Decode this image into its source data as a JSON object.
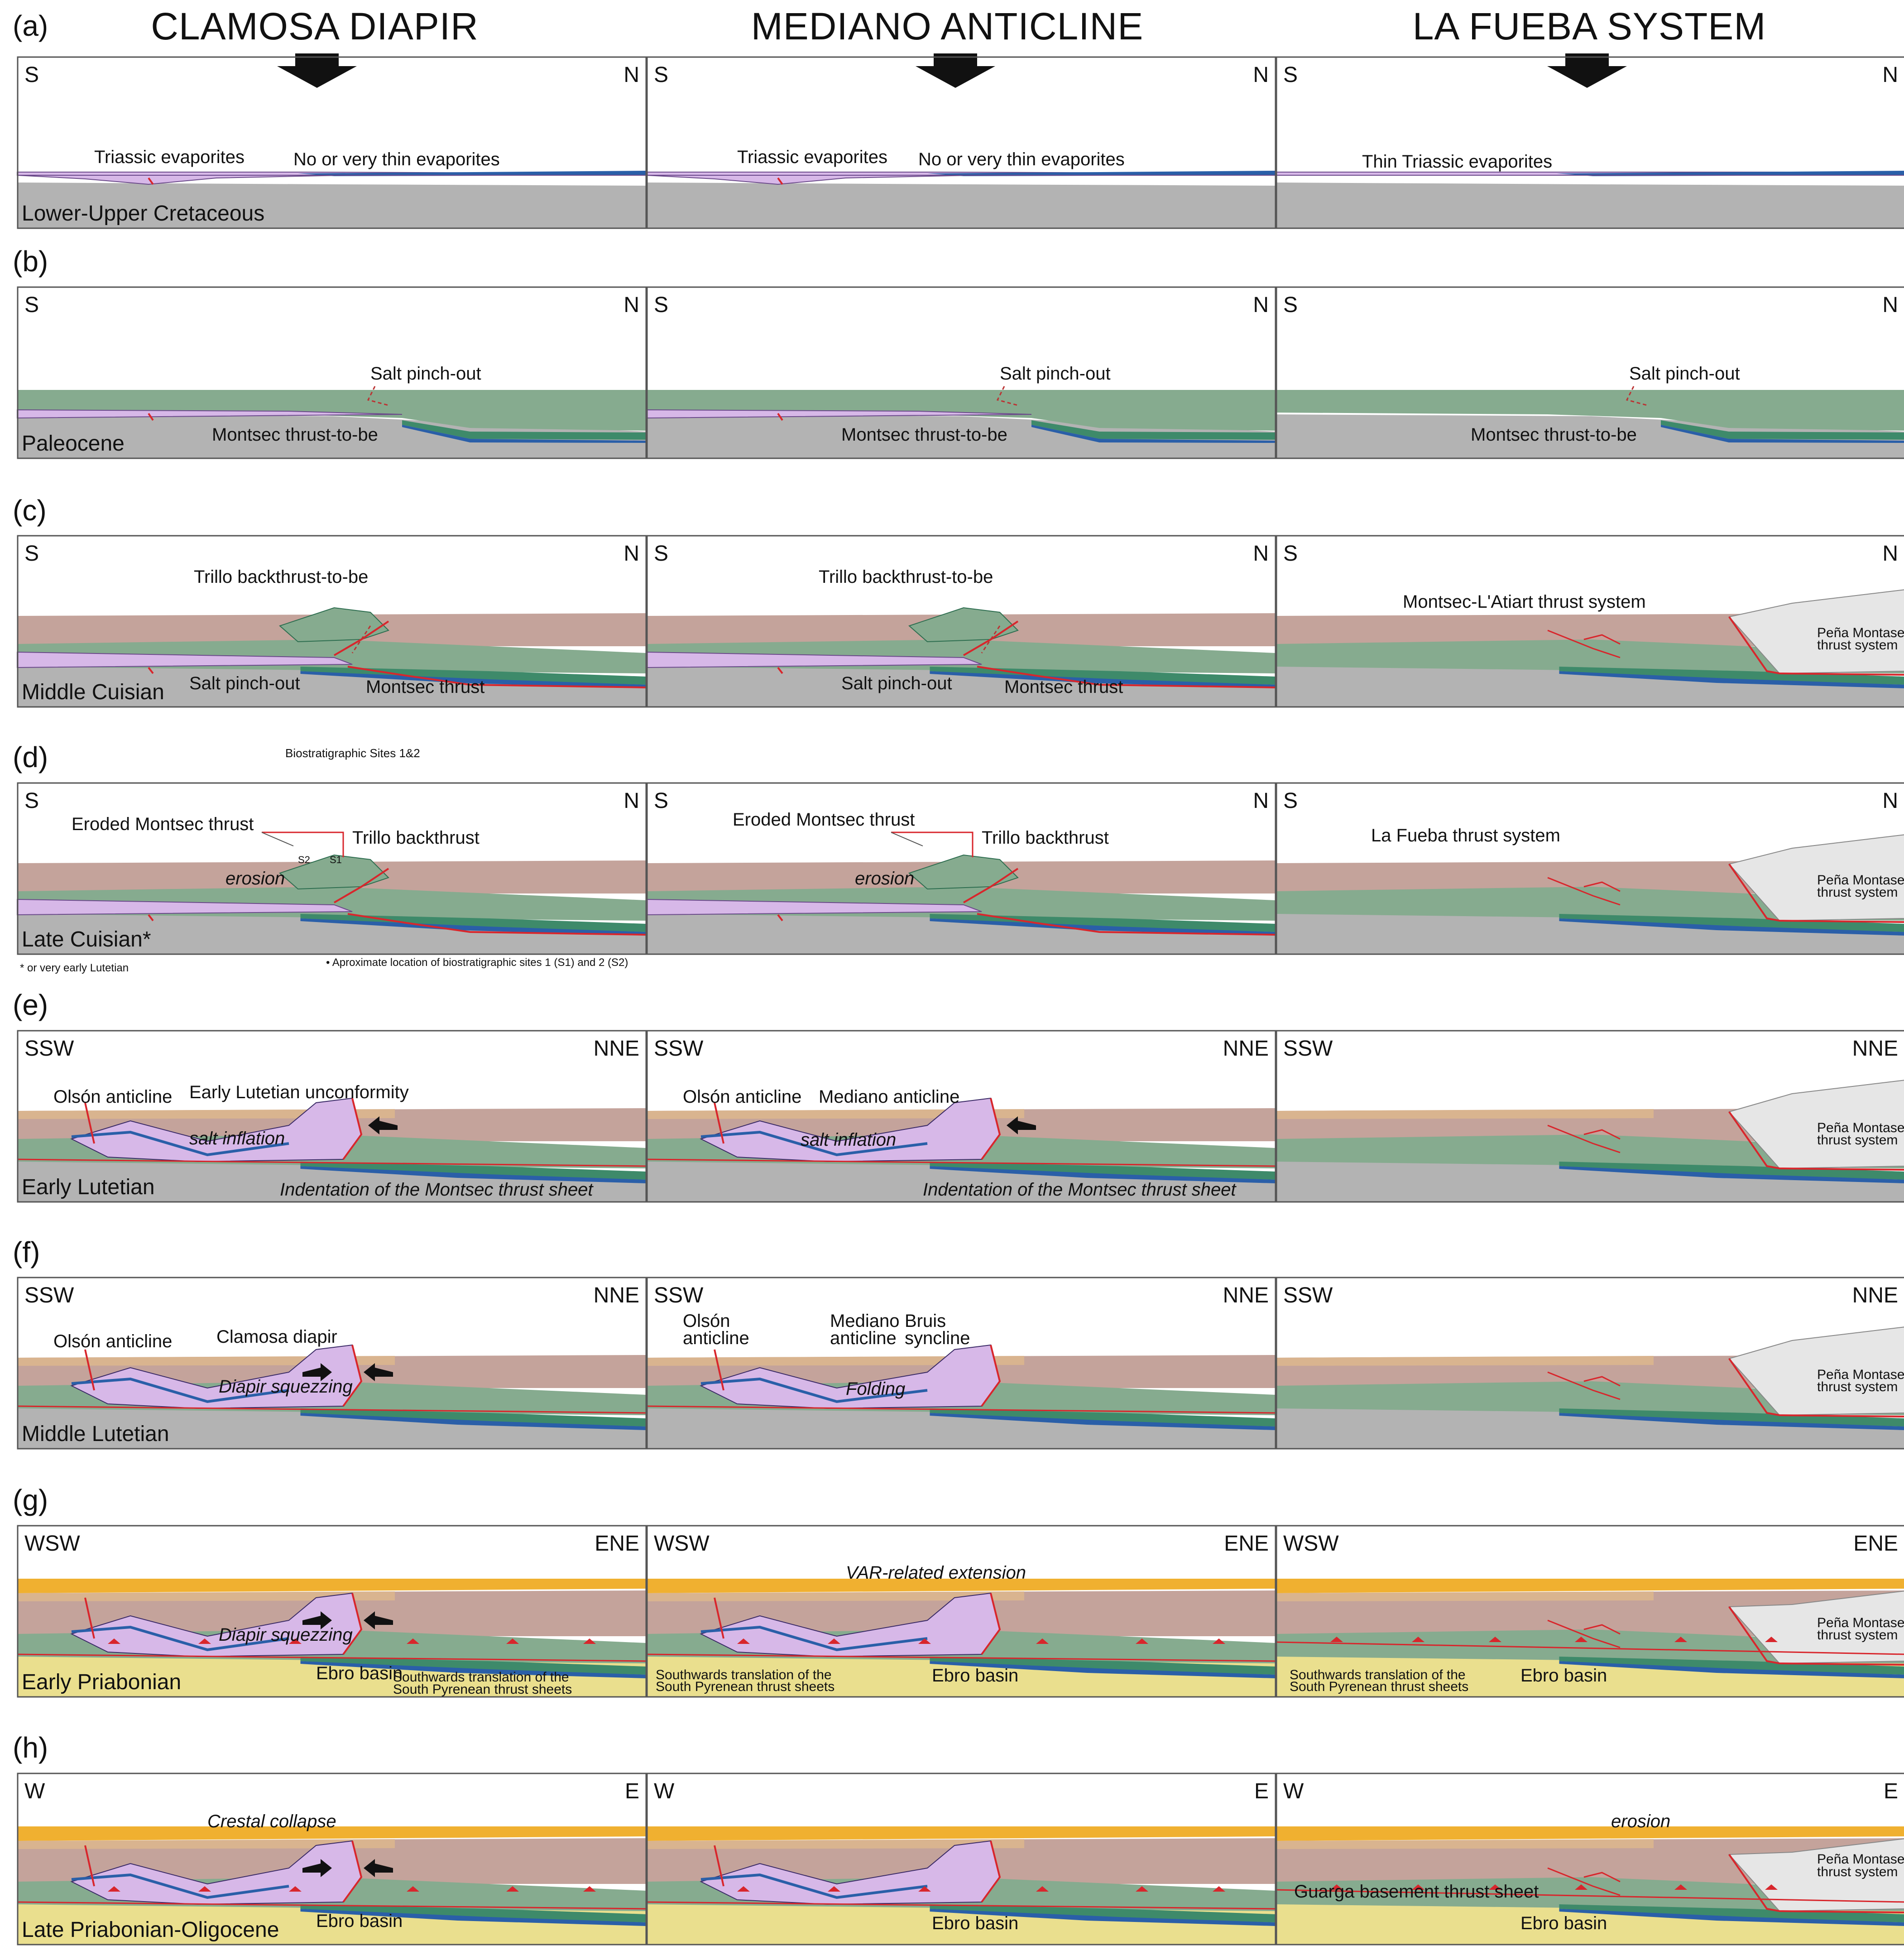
{
  "columns": [
    "CLAMOSA DIAPIR",
    "MEDIANO ANTICLINE",
    "LA FUEBA SYSTEM"
  ],
  "rows": [
    {
      "letter": "(a)",
      "left_dir": "S",
      "right_dir": "N",
      "stage": "Lower-Upper Cretaceous",
      "panels": [
        {
          "labels": [
            "Triassic evaporites",
            "No or very thin evaporites"
          ]
        },
        {
          "labels": [
            "Triassic evaporites",
            "No or very thin evaporites"
          ]
        },
        {
          "labels": [
            "Thin Triassic evaporites"
          ]
        }
      ]
    },
    {
      "letter": "(b)",
      "left_dir": "S",
      "right_dir": "N",
      "stage": "Paleocene",
      "panels": [
        {
          "labels": [
            "Salt pinch-out",
            "Montsec thrust-to-be"
          ]
        },
        {
          "labels": [
            "Salt pinch-out",
            "Montsec thrust-to-be"
          ]
        },
        {
          "labels": [
            "Salt pinch-out",
            "Montsec thrust-to-be"
          ]
        }
      ]
    },
    {
      "letter": "(c)",
      "left_dir": "S",
      "right_dir": "N",
      "stage": "Middle Cuisian",
      "panels": [
        {
          "labels": [
            "Trillo backthrust-to-be",
            "Salt pinch-out",
            "Montsec thrust"
          ]
        },
        {
          "labels": [
            "Trillo backthrust-to-be",
            "Salt pinch-out",
            "Montsec thrust"
          ]
        },
        {
          "labels": [
            "Montsec-L'Atiart thrust system",
            "Peña Montaseña",
            "thrust system"
          ]
        }
      ]
    },
    {
      "letter": "(d)",
      "left_dir": "S",
      "right_dir": "N",
      "stage": "Late Cuisian*",
      "header_note": "Biostratigraphic Sites 1&2",
      "footnote_left": "* or very early Lutetian",
      "footnote_right": "• Aproximate location of biostratigraphic sites 1 (S1) and 2 (S2)",
      "panels": [
        {
          "labels": [
            "Eroded Montsec thrust",
            "Trillo backthrust",
            "erosion",
            "S2",
            "S1"
          ]
        },
        {
          "labels": [
            "Eroded Montsec thrust",
            "Trillo backthrust",
            "erosion"
          ]
        },
        {
          "labels": [
            "La Fueba thrust system",
            "Peña Montaseña",
            "thrust system"
          ]
        }
      ]
    },
    {
      "letter": "(e)",
      "left_dir": "SSW",
      "right_dir": "NNE",
      "stage": "Early Lutetian",
      "panels": [
        {
          "labels": [
            "Olsón anticline",
            "Early Lutetian unconformity",
            "salt inflation",
            "Indentation of the Montsec thrust sheet"
          ]
        },
        {
          "labels": [
            "Olsón anticline",
            "Mediano anticline",
            "salt inflation",
            "Indentation of the Montsec thrust sheet"
          ]
        },
        {
          "labels": [
            "Peña Montaseña",
            "thrust system"
          ]
        }
      ]
    },
    {
      "letter": "(f)",
      "left_dir": "SSW",
      "right_dir": "NNE",
      "stage": "Middle Lutetian",
      "panels": [
        {
          "labels": [
            "Olsón anticline",
            "Clamosa diapir",
            "Diapir squezzing"
          ]
        },
        {
          "labels": [
            "Olsón",
            "anticline",
            "Mediano",
            "anticline",
            "Bruis",
            "syncline",
            "Folding"
          ]
        },
        {
          "labels": [
            "Peña Montaseña",
            "thrust system"
          ]
        }
      ]
    },
    {
      "letter": "(g)",
      "left_dir": "WSW",
      "right_dir": "ENE",
      "stage": "Early Priabonian",
      "panels": [
        {
          "labels": [
            "Diapir squezzing",
            "Ebro basin",
            "Southwards translation of the",
            "South Pyrenean thrust sheets"
          ]
        },
        {
          "labels": [
            "VAR-related extension",
            "Southwards translation of the",
            "South Pyrenean thrust sheets",
            "Ebro basin"
          ]
        },
        {
          "labels": [
            "Southwards translation of the",
            "South Pyrenean thrust sheets",
            "Ebro basin",
            "Peña Montaseña",
            "thrust system"
          ]
        }
      ]
    },
    {
      "letter": "(h)",
      "left_dir": "W",
      "right_dir": "E",
      "stage": "Late Priabonian-Oligocene",
      "panels": [
        {
          "labels": [
            "Crestal collapse",
            "Ebro basin"
          ]
        },
        {
          "labels": [
            "Ebro basin"
          ]
        },
        {
          "labels": [
            "erosion",
            "Peña Montaseña",
            "thrust system",
            "Guarga basement thrust sheet",
            "Ebro basin"
          ]
        }
      ]
    }
  ],
  "colors": {
    "basement": "#b3b3b3",
    "salt": "#d7b8e8",
    "cretaceous": "#2a5fa8",
    "green_light": "#86ab8f",
    "green_dark": "#3e8a6a",
    "brown": "#c4a39b",
    "tan": "#d9b48f",
    "orange": "#f0b030",
    "ebro": "#eadf8e",
    "thrust": "#d8262c",
    "pena": "#e6e6e6"
  }
}
